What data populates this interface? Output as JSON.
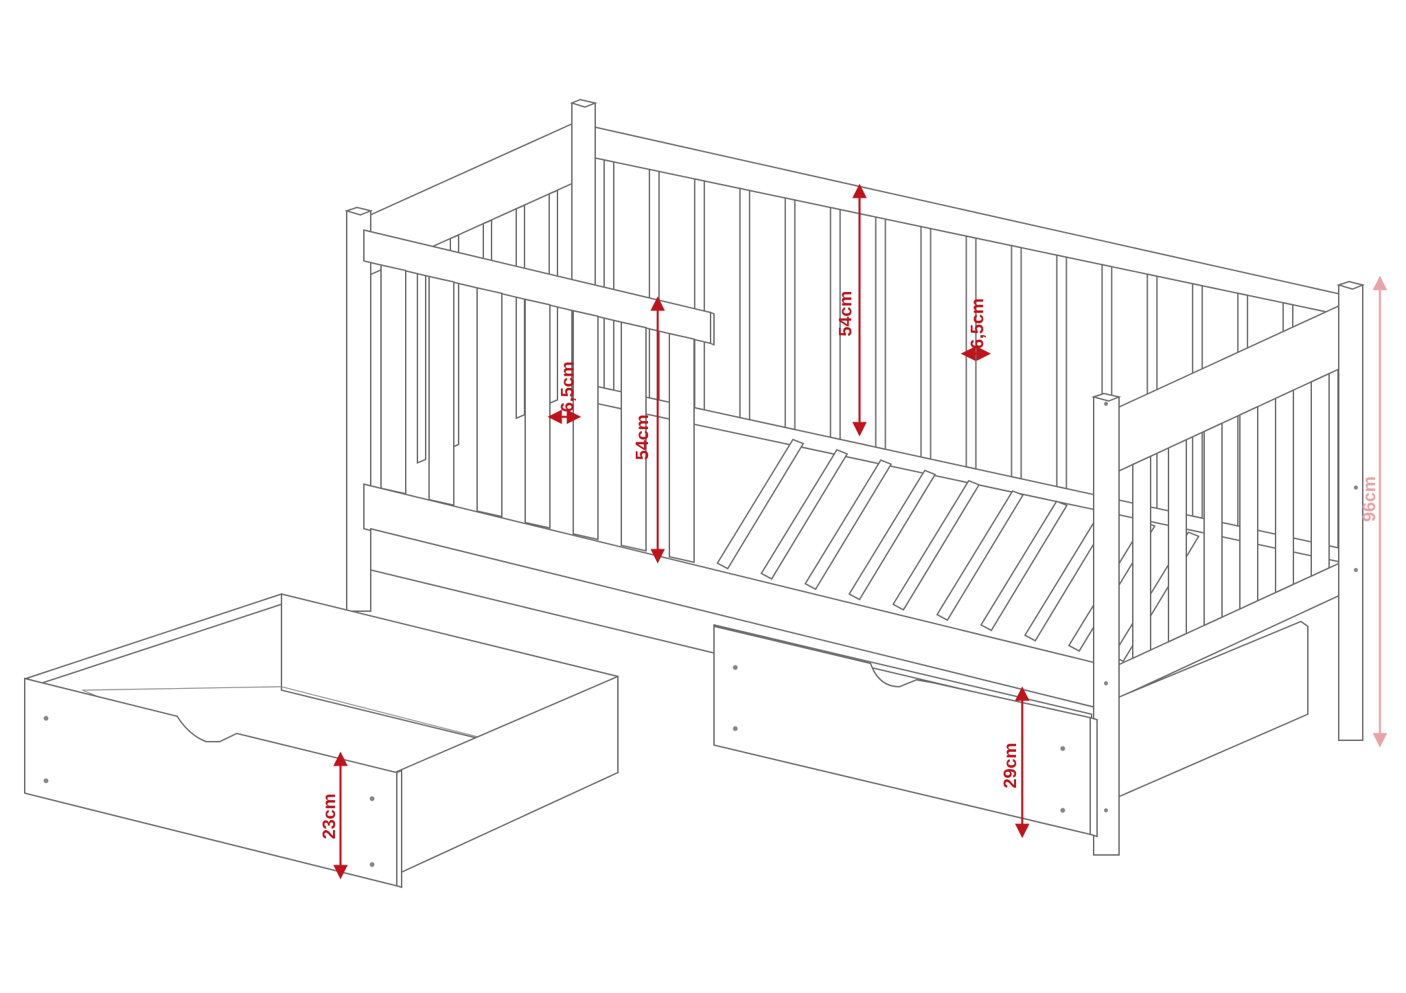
{
  "colors": {
    "line": "#6b6b6b",
    "dimension": "#c0141c",
    "dimension_faded": "#e8a3a6",
    "background": "#ffffff"
  },
  "dimensions": {
    "back_rail_height": "54cm",
    "front_rail_height": "54cm",
    "back_slat_gap": "6,5cm",
    "front_slat_gap": "6,5cm",
    "total_height": "96cm",
    "right_drawer_height": "29cm",
    "left_drawer_height": "23cm"
  }
}
